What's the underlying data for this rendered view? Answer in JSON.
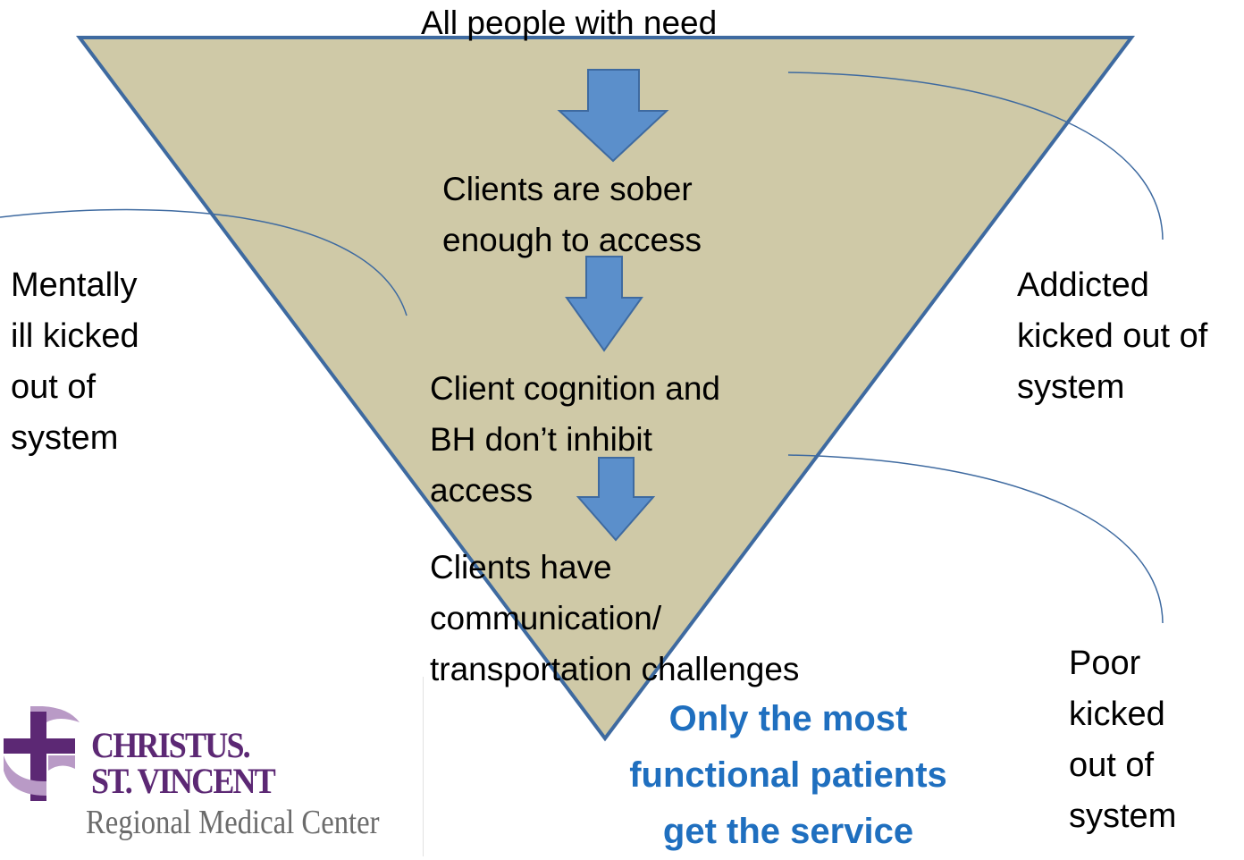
{
  "funnel": {
    "fill_color": "#cfc9a7",
    "stroke_color": "#3e6aa0",
    "arrow_color": "#5b8fcb",
    "levels": [
      {
        "label_lines": [
          "All people  with need"
        ]
      },
      {
        "label_lines": [
          "Clients are sober",
          "enough to access"
        ]
      },
      {
        "label_lines": [
          "Client cognition and",
          "BH don’t inhibit",
          "access"
        ]
      },
      {
        "label_lines": [
          "Clients have",
          "communication/",
          "transportation challenges"
        ]
      }
    ]
  },
  "conclusion": {
    "lines": [
      "Only the most",
      "functional patients",
      "get the service"
    ],
    "color": "#1f6fbf"
  },
  "callouts": {
    "mentally_ill": {
      "lines": [
        "Mentally",
        "ill kicked",
        "out of",
        "system"
      ]
    },
    "addicted": {
      "lines": [
        "Addicted",
        "kicked out of",
        "system"
      ]
    },
    "poor": {
      "lines": [
        "Poor",
        "kicked",
        "out of",
        "system"
      ]
    }
  },
  "logo": {
    "line1": "CHRISTUS.",
    "line2": "ST. VINCENT",
    "line3": "Regional Medical Center",
    "colors": {
      "purple": "#5c2874",
      "light_purple": "#b99ac6",
      "gray": "#6b6b6b"
    }
  }
}
